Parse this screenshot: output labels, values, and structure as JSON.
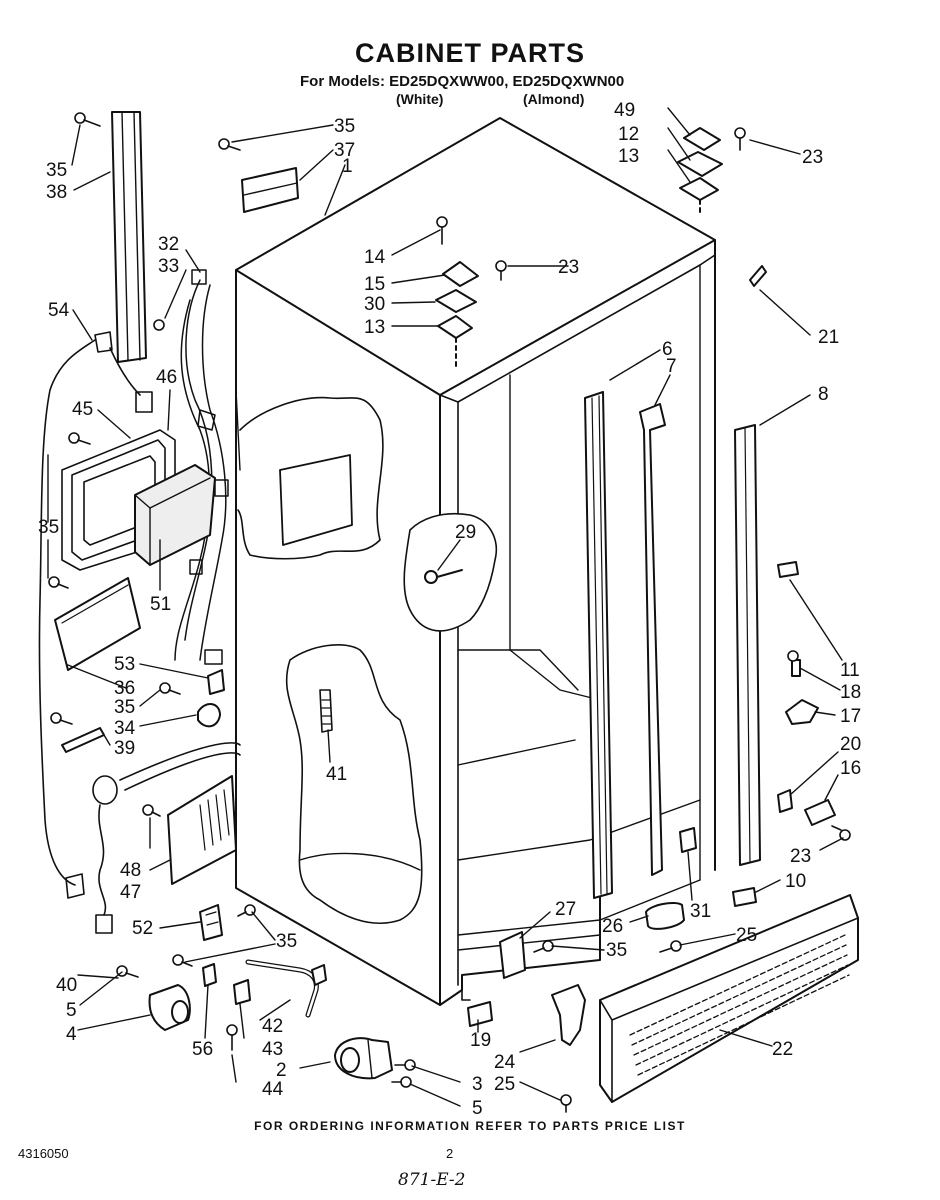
{
  "header": {
    "title": "CABINET PARTS",
    "models": "For Models: ED25DQXWW00, ED25DQXWN00",
    "color_white": "(White)",
    "color_almond": "(Almond)"
  },
  "callouts": [
    {
      "id": "c35a",
      "text": "35"
    },
    {
      "id": "c38",
      "text": "38"
    },
    {
      "id": "c35b",
      "text": "35"
    },
    {
      "id": "c37",
      "text": "37"
    },
    {
      "id": "c1",
      "text": "1"
    },
    {
      "id": "c49",
      "text": "49"
    },
    {
      "id": "c12",
      "text": "12"
    },
    {
      "id": "c13a",
      "text": "13"
    },
    {
      "id": "c23a",
      "text": "23"
    },
    {
      "id": "c32",
      "text": "32"
    },
    {
      "id": "c33",
      "text": "33"
    },
    {
      "id": "c14",
      "text": "14"
    },
    {
      "id": "c15",
      "text": "15"
    },
    {
      "id": "c23b",
      "text": "23"
    },
    {
      "id": "c30",
      "text": "30"
    },
    {
      "id": "c13b",
      "text": "13"
    },
    {
      "id": "c21",
      "text": "21"
    },
    {
      "id": "c54",
      "text": "54"
    },
    {
      "id": "c46",
      "text": "46"
    },
    {
      "id": "c6",
      "text": "6"
    },
    {
      "id": "c7",
      "text": "7"
    },
    {
      "id": "c8",
      "text": "8"
    },
    {
      "id": "c45",
      "text": "45"
    },
    {
      "id": "c29",
      "text": "29"
    },
    {
      "id": "c35c",
      "text": "35"
    },
    {
      "id": "c51",
      "text": "51"
    },
    {
      "id": "c11",
      "text": "11"
    },
    {
      "id": "c18",
      "text": "18"
    },
    {
      "id": "c17",
      "text": "17"
    },
    {
      "id": "c53",
      "text": "53"
    },
    {
      "id": "c36",
      "text": "36"
    },
    {
      "id": "c35d",
      "text": "35"
    },
    {
      "id": "c34",
      "text": "34"
    },
    {
      "id": "c39",
      "text": "39"
    },
    {
      "id": "c41",
      "text": "41"
    },
    {
      "id": "c20",
      "text": "20"
    },
    {
      "id": "c16",
      "text": "16"
    },
    {
      "id": "c48",
      "text": "48"
    },
    {
      "id": "c47",
      "text": "47"
    },
    {
      "id": "c23c",
      "text": "23"
    },
    {
      "id": "c10",
      "text": "10"
    },
    {
      "id": "c27",
      "text": "27"
    },
    {
      "id": "c31",
      "text": "31"
    },
    {
      "id": "c26",
      "text": "26"
    },
    {
      "id": "c52",
      "text": "52"
    },
    {
      "id": "c35e",
      "text": "35"
    },
    {
      "id": "c35f",
      "text": "35"
    },
    {
      "id": "c25a",
      "text": "25"
    },
    {
      "id": "c40",
      "text": "40"
    },
    {
      "id": "c5a",
      "text": "5"
    },
    {
      "id": "c4",
      "text": "4"
    },
    {
      "id": "c42",
      "text": "42"
    },
    {
      "id": "c19",
      "text": "19"
    },
    {
      "id": "c22",
      "text": "22"
    },
    {
      "id": "c56",
      "text": "56"
    },
    {
      "id": "c43",
      "text": "43"
    },
    {
      "id": "c24",
      "text": "24"
    },
    {
      "id": "c2",
      "text": "2"
    },
    {
      "id": "c3",
      "text": "3"
    },
    {
      "id": "c44",
      "text": "44"
    },
    {
      "id": "c25b",
      "text": "25"
    },
    {
      "id": "c5b",
      "text": "5"
    }
  ],
  "footer": {
    "ordering_note": "FOR ORDERING INFORMATION REFER TO PARTS PRICE LIST",
    "document_number": "4316050",
    "page_number": "2",
    "handwritten_note": "871-E-2"
  }
}
